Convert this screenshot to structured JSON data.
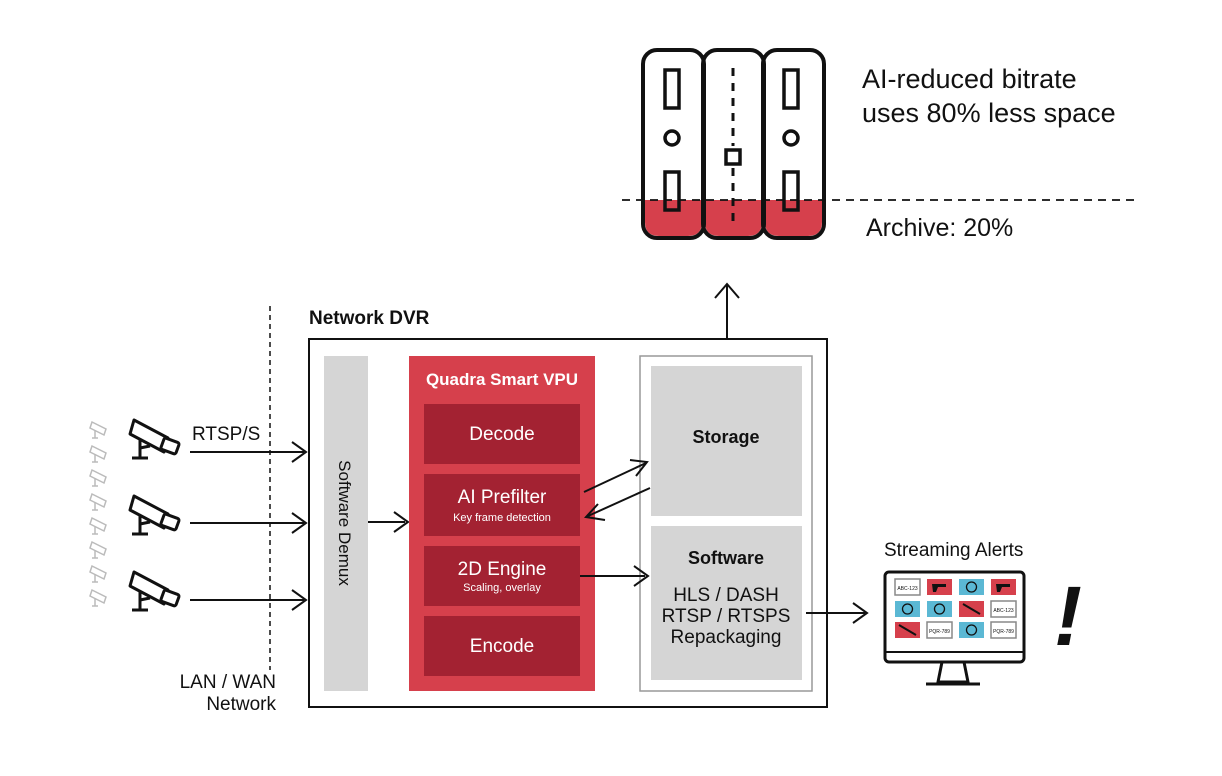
{
  "archive": {
    "headline_line1": "AI-reduced bitrate",
    "headline_line2": "uses 80% less space",
    "archive_label": "Archive:  20%",
    "fill_fraction": 0.2
  },
  "network": {
    "label_line1": "LAN / WAN",
    "label_line2": "Network",
    "protocol": "RTSP/S"
  },
  "dvr": {
    "title": "Network DVR",
    "demux": "Software Demux",
    "vpu": {
      "title": "Quadra Smart VPU",
      "decode": "Decode",
      "prefilter": "AI Prefilter",
      "prefilter_sub": "Key frame detection",
      "engine": "2D Engine",
      "engine_sub": "Scaling, overlay",
      "encode": "Encode"
    },
    "storage": "Storage",
    "software": {
      "title": "Software",
      "line1": "HLS / DASH",
      "line2": "RTSP / RTSPS",
      "line3": "Repackaging"
    }
  },
  "alerts": {
    "title": "Streaming Alerts",
    "plate1": "ABC-123",
    "plate2": "PQR-789",
    "mark": "!"
  },
  "colors": {
    "red": "#d6404c",
    "dark_red": "#a32232",
    "gray": "#d5d5d5",
    "alert_blue": "#5bb8d4",
    "ink": "#111111"
  }
}
